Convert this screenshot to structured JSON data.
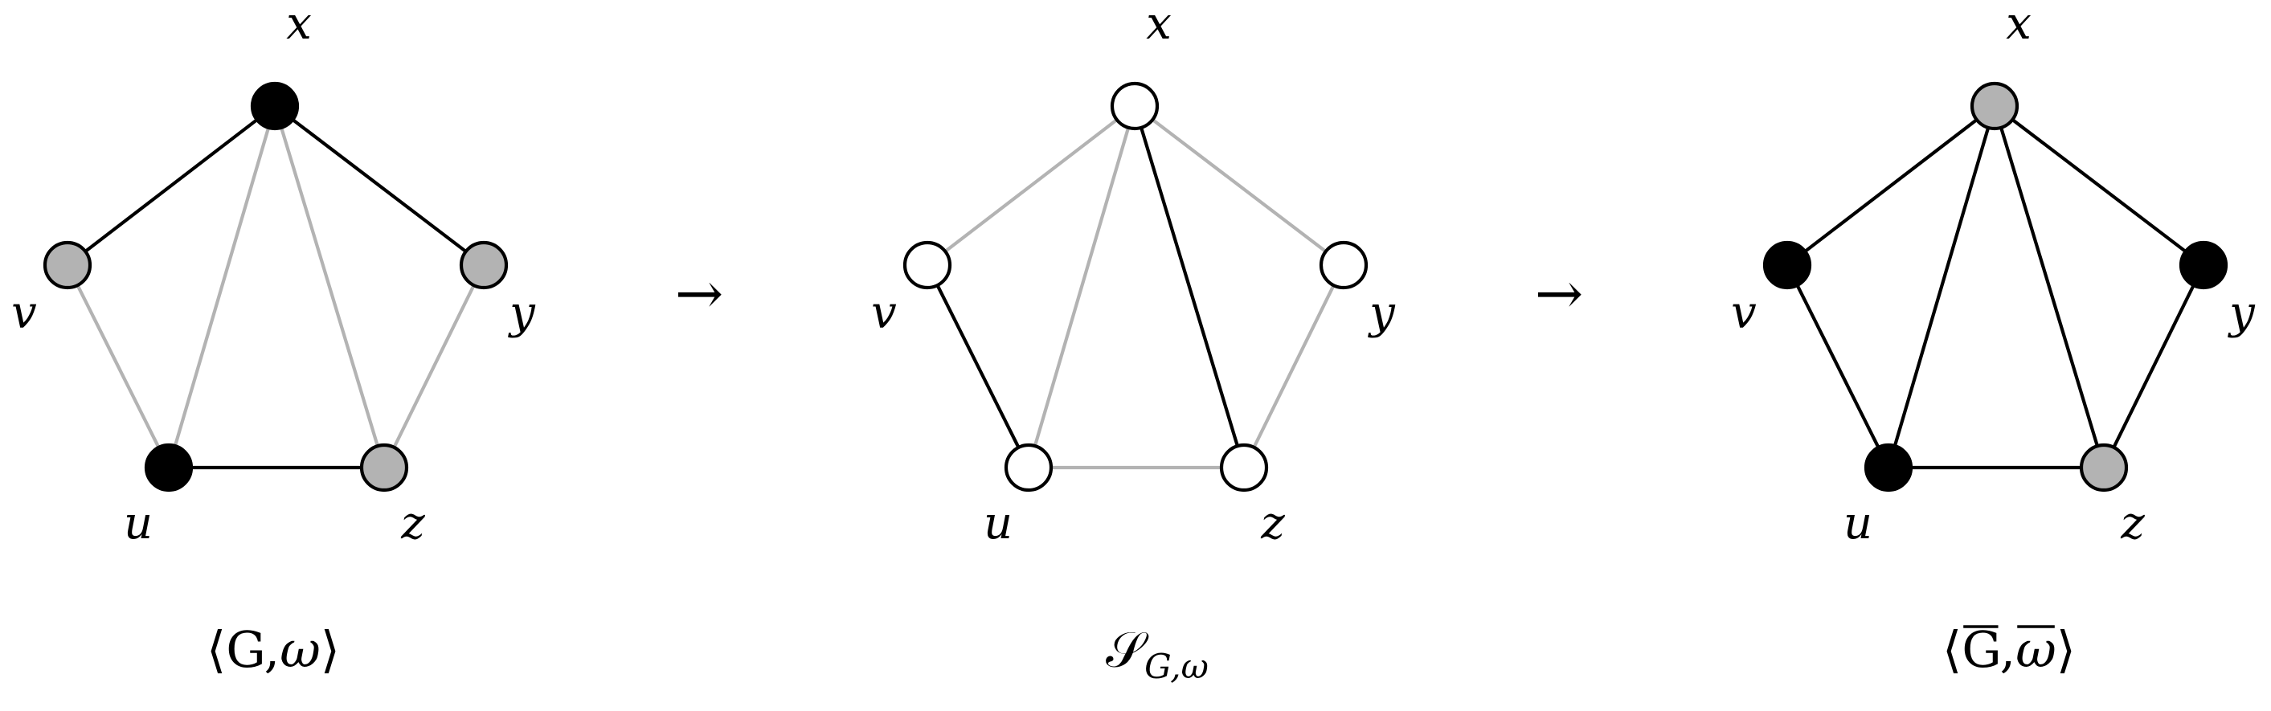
{
  "colors": {
    "black": "#000000",
    "gray": "#b3b3b3",
    "white": "#ffffff",
    "edge_black": "#000000",
    "edge_gray": "#b3b3b3"
  },
  "arrows": [
    "→",
    "→"
  ],
  "panels": [
    {
      "caption": {
        "open": "⟨",
        "G": "G",
        "sep": ",",
        "w": "ω",
        "close": "⟩",
        "sub": ""
      },
      "caption_style": "angle",
      "nodes": {
        "x": "black",
        "v": "gray",
        "y": "gray",
        "u": "black",
        "z": "gray"
      },
      "edges": [
        {
          "a": "x",
          "b": "v",
          "c": "black"
        },
        {
          "a": "x",
          "b": "y",
          "c": "black"
        },
        {
          "a": "x",
          "b": "u",
          "c": "gray"
        },
        {
          "a": "x",
          "b": "z",
          "c": "gray"
        },
        {
          "a": "v",
          "b": "u",
          "c": "gray"
        },
        {
          "a": "y",
          "b": "z",
          "c": "gray"
        },
        {
          "a": "u",
          "b": "z",
          "c": "black"
        }
      ],
      "labels": {
        "x": "x",
        "v": "v",
        "y": "y",
        "u": "u",
        "z": "z"
      }
    },
    {
      "caption": {
        "S": "𝒮",
        "sub": "G,ω"
      },
      "caption_style": "script",
      "nodes": {
        "x": "white",
        "v": "white",
        "y": "white",
        "u": "white",
        "z": "white"
      },
      "edges": [
        {
          "a": "x",
          "b": "v",
          "c": "gray"
        },
        {
          "a": "x",
          "b": "y",
          "c": "gray"
        },
        {
          "a": "x",
          "b": "u",
          "c": "gray"
        },
        {
          "a": "x",
          "b": "z",
          "c": "black"
        },
        {
          "a": "v",
          "b": "u",
          "c": "black"
        },
        {
          "a": "y",
          "b": "z",
          "c": "gray"
        },
        {
          "a": "u",
          "b": "z",
          "c": "gray"
        }
      ],
      "labels": {
        "x": "x",
        "v": "v",
        "y": "y",
        "u": "u",
        "z": "z"
      }
    },
    {
      "caption": {
        "open": "⟨",
        "G": "G",
        "sep": ",",
        "w": "ω",
        "close": "⟩",
        "sub": ""
      },
      "caption_style": "angle-bar",
      "nodes": {
        "x": "gray",
        "v": "black",
        "y": "black",
        "u": "black",
        "z": "gray"
      },
      "edges": [
        {
          "a": "x",
          "b": "v",
          "c": "black"
        },
        {
          "a": "x",
          "b": "y",
          "c": "black"
        },
        {
          "a": "x",
          "b": "u",
          "c": "black"
        },
        {
          "a": "x",
          "b": "z",
          "c": "black"
        },
        {
          "a": "v",
          "b": "u",
          "c": "black"
        },
        {
          "a": "y",
          "b": "z",
          "c": "black"
        },
        {
          "a": "u",
          "b": "z",
          "c": "black"
        }
      ],
      "labels": {
        "x": "x",
        "v": "v",
        "y": "y",
        "u": "u",
        "z": "z"
      }
    }
  ]
}
